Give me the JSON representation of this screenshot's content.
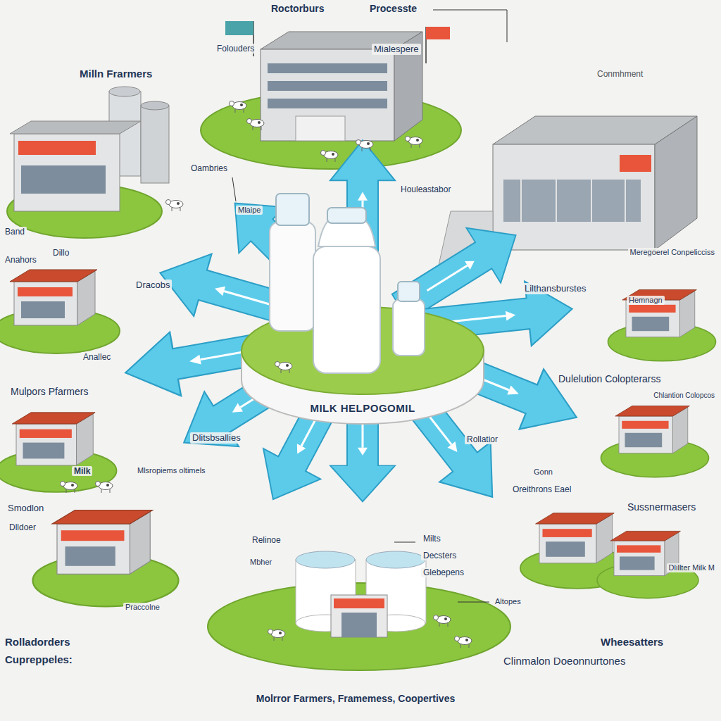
{
  "diagram": {
    "caption": "Molrror Farmers, Framemess, Coopertives",
    "nodes": [
      {
        "text": [
          "MILK HELPOGOMIL"
        ]
      }
    ],
    "labels": [
      "Roctorburs",
      "Processte",
      "Folouders",
      "Mialespere",
      "Milln Frarmers",
      "Conmhment",
      "Band",
      "Dillo",
      "Anahors",
      "Oambries",
      "Houleastabor",
      "Mlaipe",
      "Meregoerel Conpelicciss",
      "Dracobs",
      "Lilthansburstes",
      "Hemnagn",
      "Anallec",
      "Dulelution Colopterarss",
      "Chlantion Colopcos",
      "Mulpors Pfarmers",
      "Dlitsbsallies",
      "Rollatior",
      "Milk",
      "Mlsropiems oltimels",
      "Gonn",
      "Oreithrons Eael",
      "Smodlon",
      "Sussnermasers",
      "Dlldoer",
      "Relinoe",
      "Milts",
      "Decsters",
      "Mbher",
      "Dlillter Milk M",
      "Glebepens",
      "Altopes",
      "Praccolne",
      "Rolladorders",
      "Cupreppeles:",
      "Wheesatters",
      "Clinmalon Doeonnurtones"
    ]
  }
}
